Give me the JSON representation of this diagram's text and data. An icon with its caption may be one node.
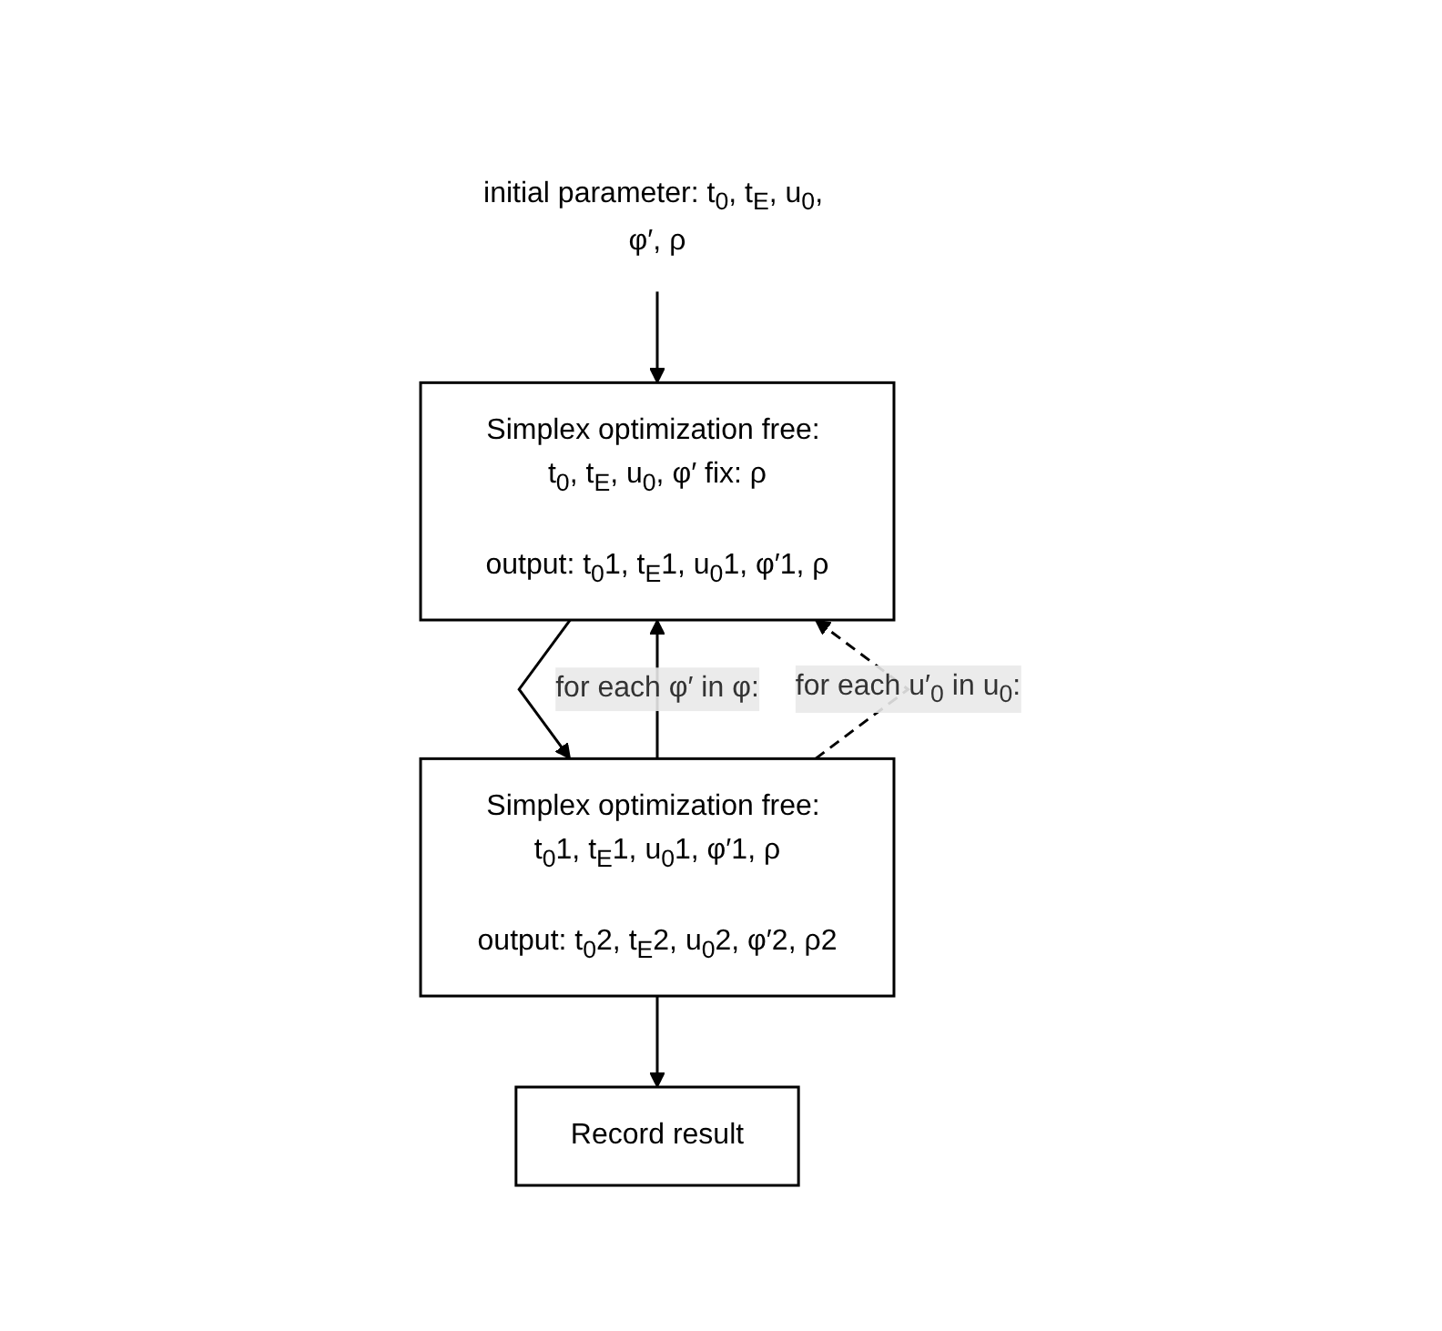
{
  "diagram": {
    "nodes": [
      {
        "text": [
          "initial parameter: t$_{0}$, t$_{E}$, u$_{0}$, φ′, ρ"
        ]
      },
      {
        "text": [
          "Simplex optimization free: t$_{0}$, t$_{E}$, u$_{0}$, φ′ fix: ρ",
          "output: t$_{0}$1, t$_{E}$1, u$_{0}$1, φ′1, ρ"
        ]
      },
      {
        "text": [
          "Simplex optimization free: t$_{0}$1, t$_{E}$1, u$_{0}$1, φ′1, ρ",
          "output: t$_{0}$2, t$_{E}$2, u$_{0}$2, φ′2, ρ2"
        ]
      },
      {
        "text": [
          "Record result"
        ]
      }
    ],
    "edges": [
      {
        "from": 0,
        "to": 1,
        "arrow": "to"
      },
      {
        "from": 1,
        "to": 2,
        "arrow": "to"
      },
      {
        "from": 2,
        "to": 3,
        "arrow": "to"
      },
      {
        "from": 2,
        "to": 1,
        "arrow": "to",
        "label": "for each φ′ in φ:"
      },
      {
        "from": 2,
        "to": 1,
        "arrow": "to",
        "label": "for each u′$_{0}$ in u$_{0}$:",
        "style": "dashed"
      }
    ]
  }
}
